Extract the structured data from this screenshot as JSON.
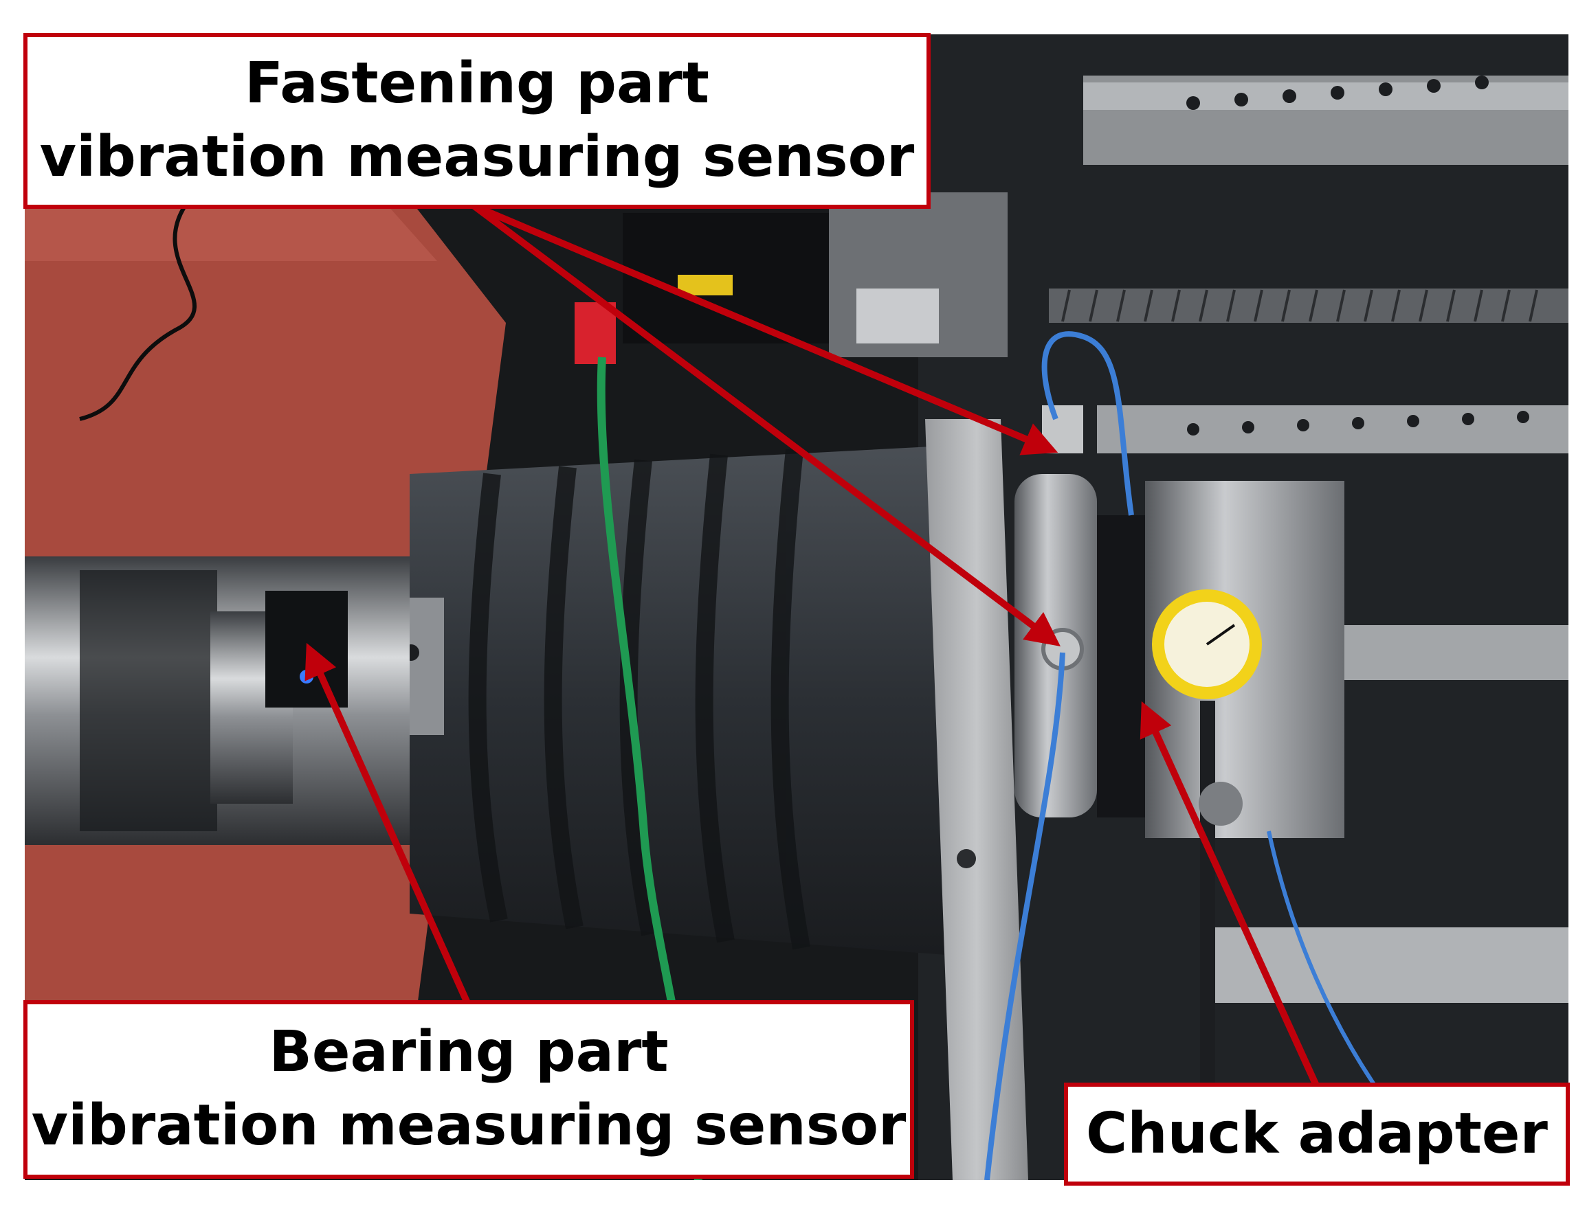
{
  "labels": {
    "fastening": {
      "line1": "Fastening part",
      "line2": "vibration measuring sensor"
    },
    "bearing": {
      "line1": "Bearing part",
      "line2": "vibration measuring sensor"
    },
    "chuck": {
      "line1": "Chuck adapter"
    }
  },
  "colors": {
    "label_border": "#c0000b",
    "arrow": "#c0000b",
    "machine_body": "#2b2f34",
    "floor": "#a84a3e"
  }
}
